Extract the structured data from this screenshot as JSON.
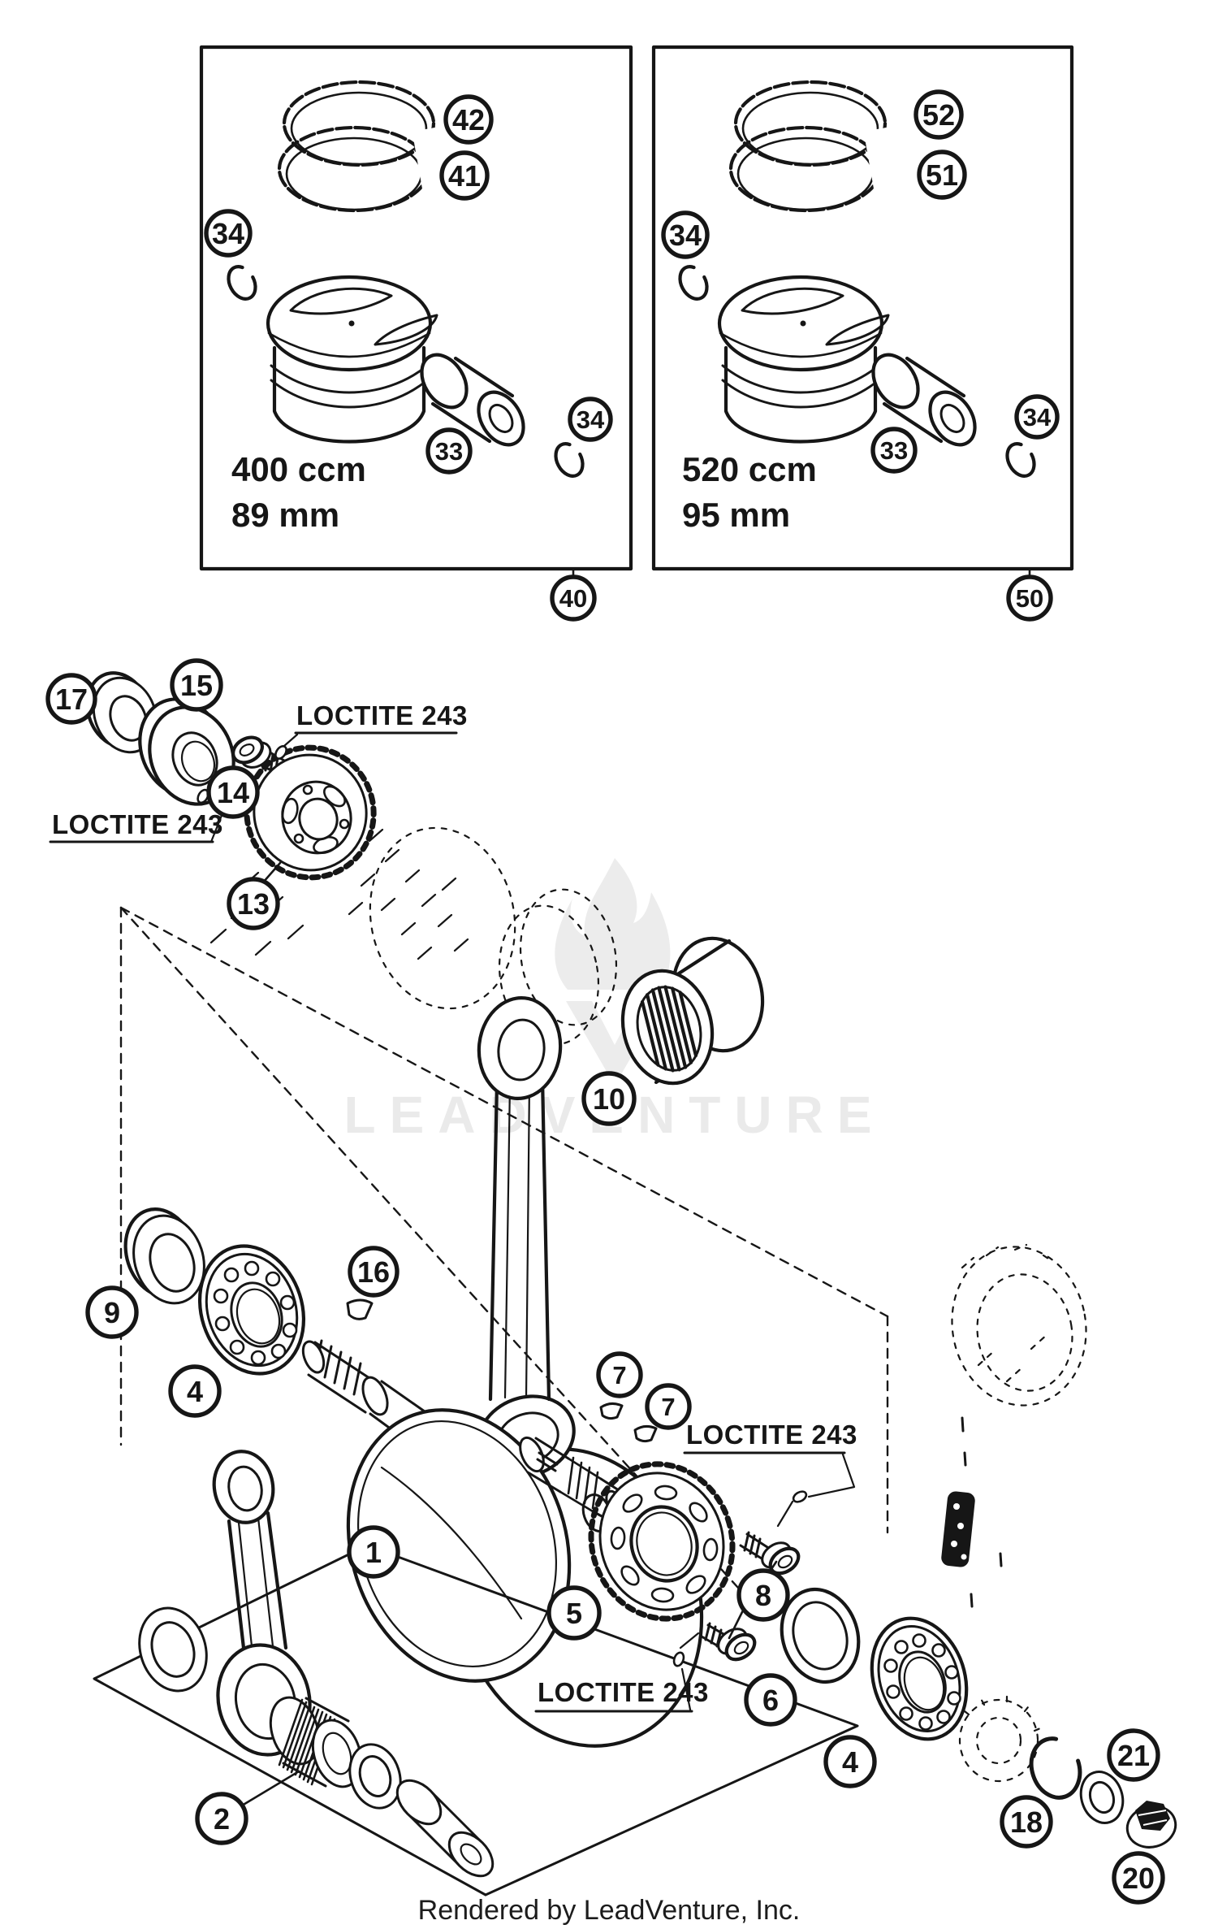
{
  "colors": {
    "ink": "#161616",
    "background": "#ffffff",
    "watermark": "#eaeaea",
    "chain_fill": "#161616"
  },
  "watermark": {
    "text": "LEADVENTURE",
    "logo": "leadventure-flame-v-logo"
  },
  "footer": {
    "credit": "Rendered by LeadVenture, Inc."
  },
  "adhesive_note": "LOCTITE 243",
  "kits": [
    {
      "title_volume": "400 ccm",
      "title_bore": "89 mm",
      "kit_callout": "40",
      "callouts": {
        "compression_ring": "42",
        "oil_scraper_ring": "41",
        "circlip_left": "34",
        "piston_pin": "33",
        "circlip_right": "34"
      }
    },
    {
      "title_volume": "520 ccm",
      "title_bore": "95 mm",
      "kit_callout": "50",
      "callouts": {
        "compression_ring": "52",
        "oil_scraper_ring": "51",
        "circlip_left": "34",
        "piston_pin": "33",
        "circlip_right": "34"
      }
    }
  ],
  "callouts": {
    "crankshaft": "1",
    "conrod_repair_kit": "2",
    "main_bearing_left": "4",
    "main_bearing_right": "4",
    "primary_gear": "5",
    "shim_ring": "6",
    "key_front": "7",
    "key_rear": "7",
    "collar_screws": "8",
    "shaft_seal": "9",
    "needle_bearing": "10",
    "balancer_gear": "13",
    "balancer_screw": "14",
    "bearing_collar": "15",
    "woodruff_key": "16",
    "shim": "17",
    "snap_ring": "18",
    "flange_nut": "20",
    "washer": "21"
  }
}
